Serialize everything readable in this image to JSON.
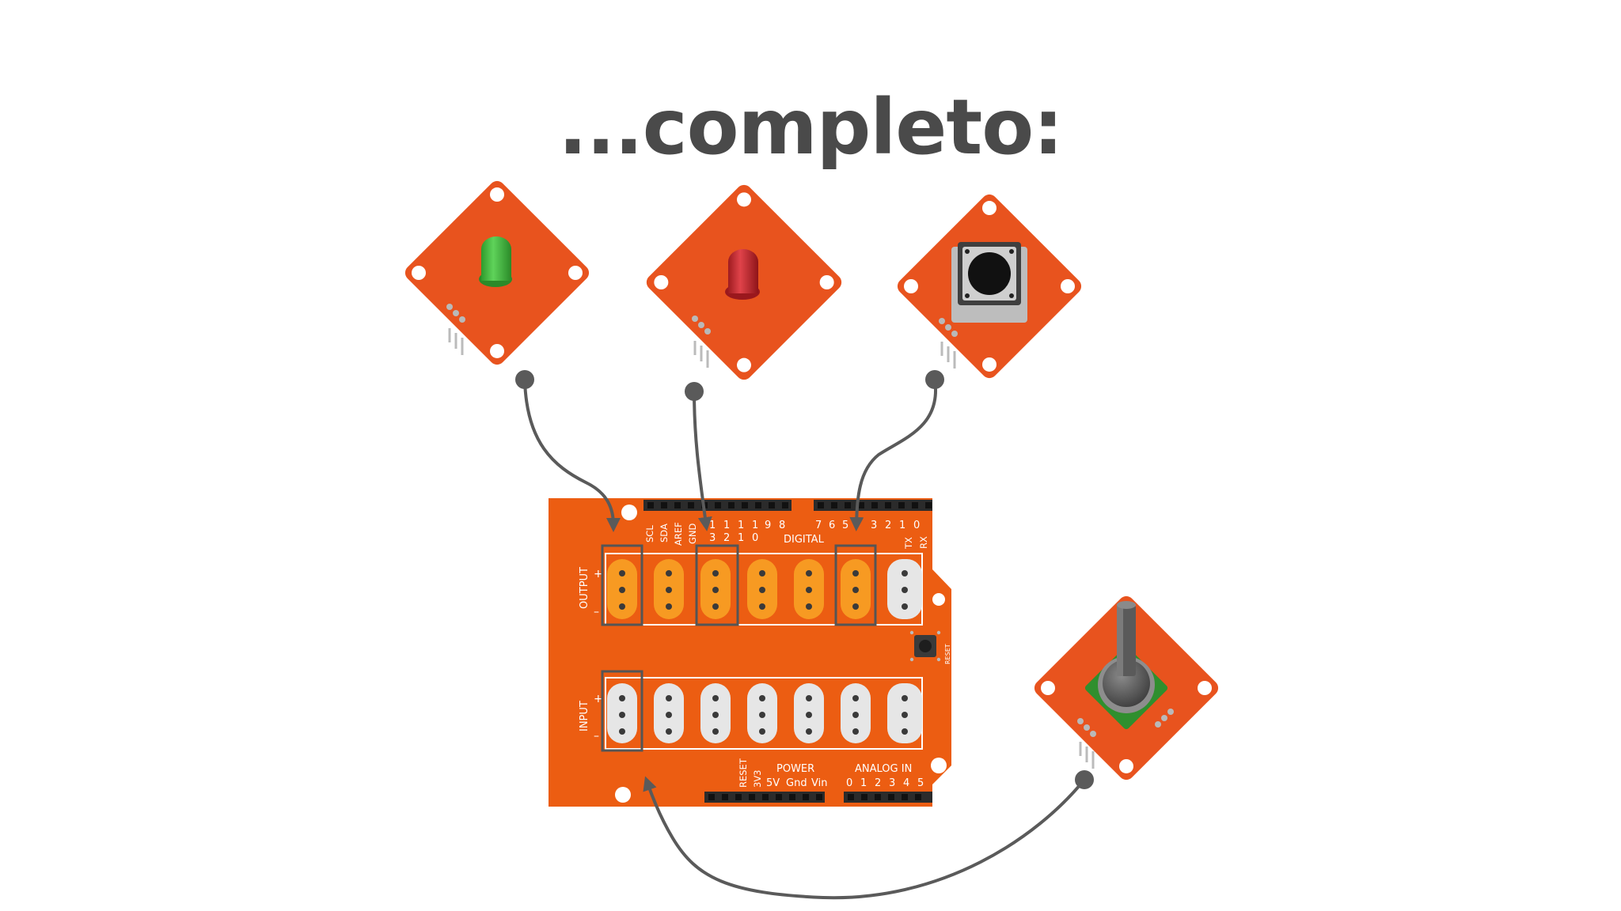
{
  "title": "...completo:",
  "board": {
    "output_label": "OUTPUT",
    "input_label": "INPUT",
    "digital_label": "DIGITAL",
    "top_pin_labels": [
      "SCL",
      "SDA",
      "AREF",
      "GND"
    ],
    "digital_pins_high": [
      "1",
      "1",
      "1",
      "1"
    ],
    "digital_pins_high_units": [
      "3",
      "2",
      "1",
      "0"
    ],
    "digital_pins_low": [
      "9",
      "8",
      "7",
      "6",
      "5",
      "3",
      "2",
      "1",
      "0"
    ],
    "tx_label": "TX",
    "rx_label": "RX",
    "reset_button_label": "RESET",
    "power_label": "POWER",
    "power_pins": [
      "RESET",
      "3V3",
      "5V",
      "Gnd",
      "Vin"
    ],
    "analog_label": "ANALOG IN",
    "analog_pins": [
      "0",
      "1",
      "2",
      "3",
      "4",
      "5"
    ],
    "plus_sign": "+",
    "minus_sign": "–"
  },
  "colors": {
    "board": "#ec5d12",
    "module": "#e8531e",
    "output_connector": "#f79a22",
    "input_connector": "#e6e6e6",
    "wire": "#5a5a5a",
    "green_led": "#3db83a",
    "red_led": "#c8232a"
  },
  "modules": [
    "green-led-module",
    "red-led-module",
    "pushbutton-module",
    "potentiometer-module"
  ]
}
